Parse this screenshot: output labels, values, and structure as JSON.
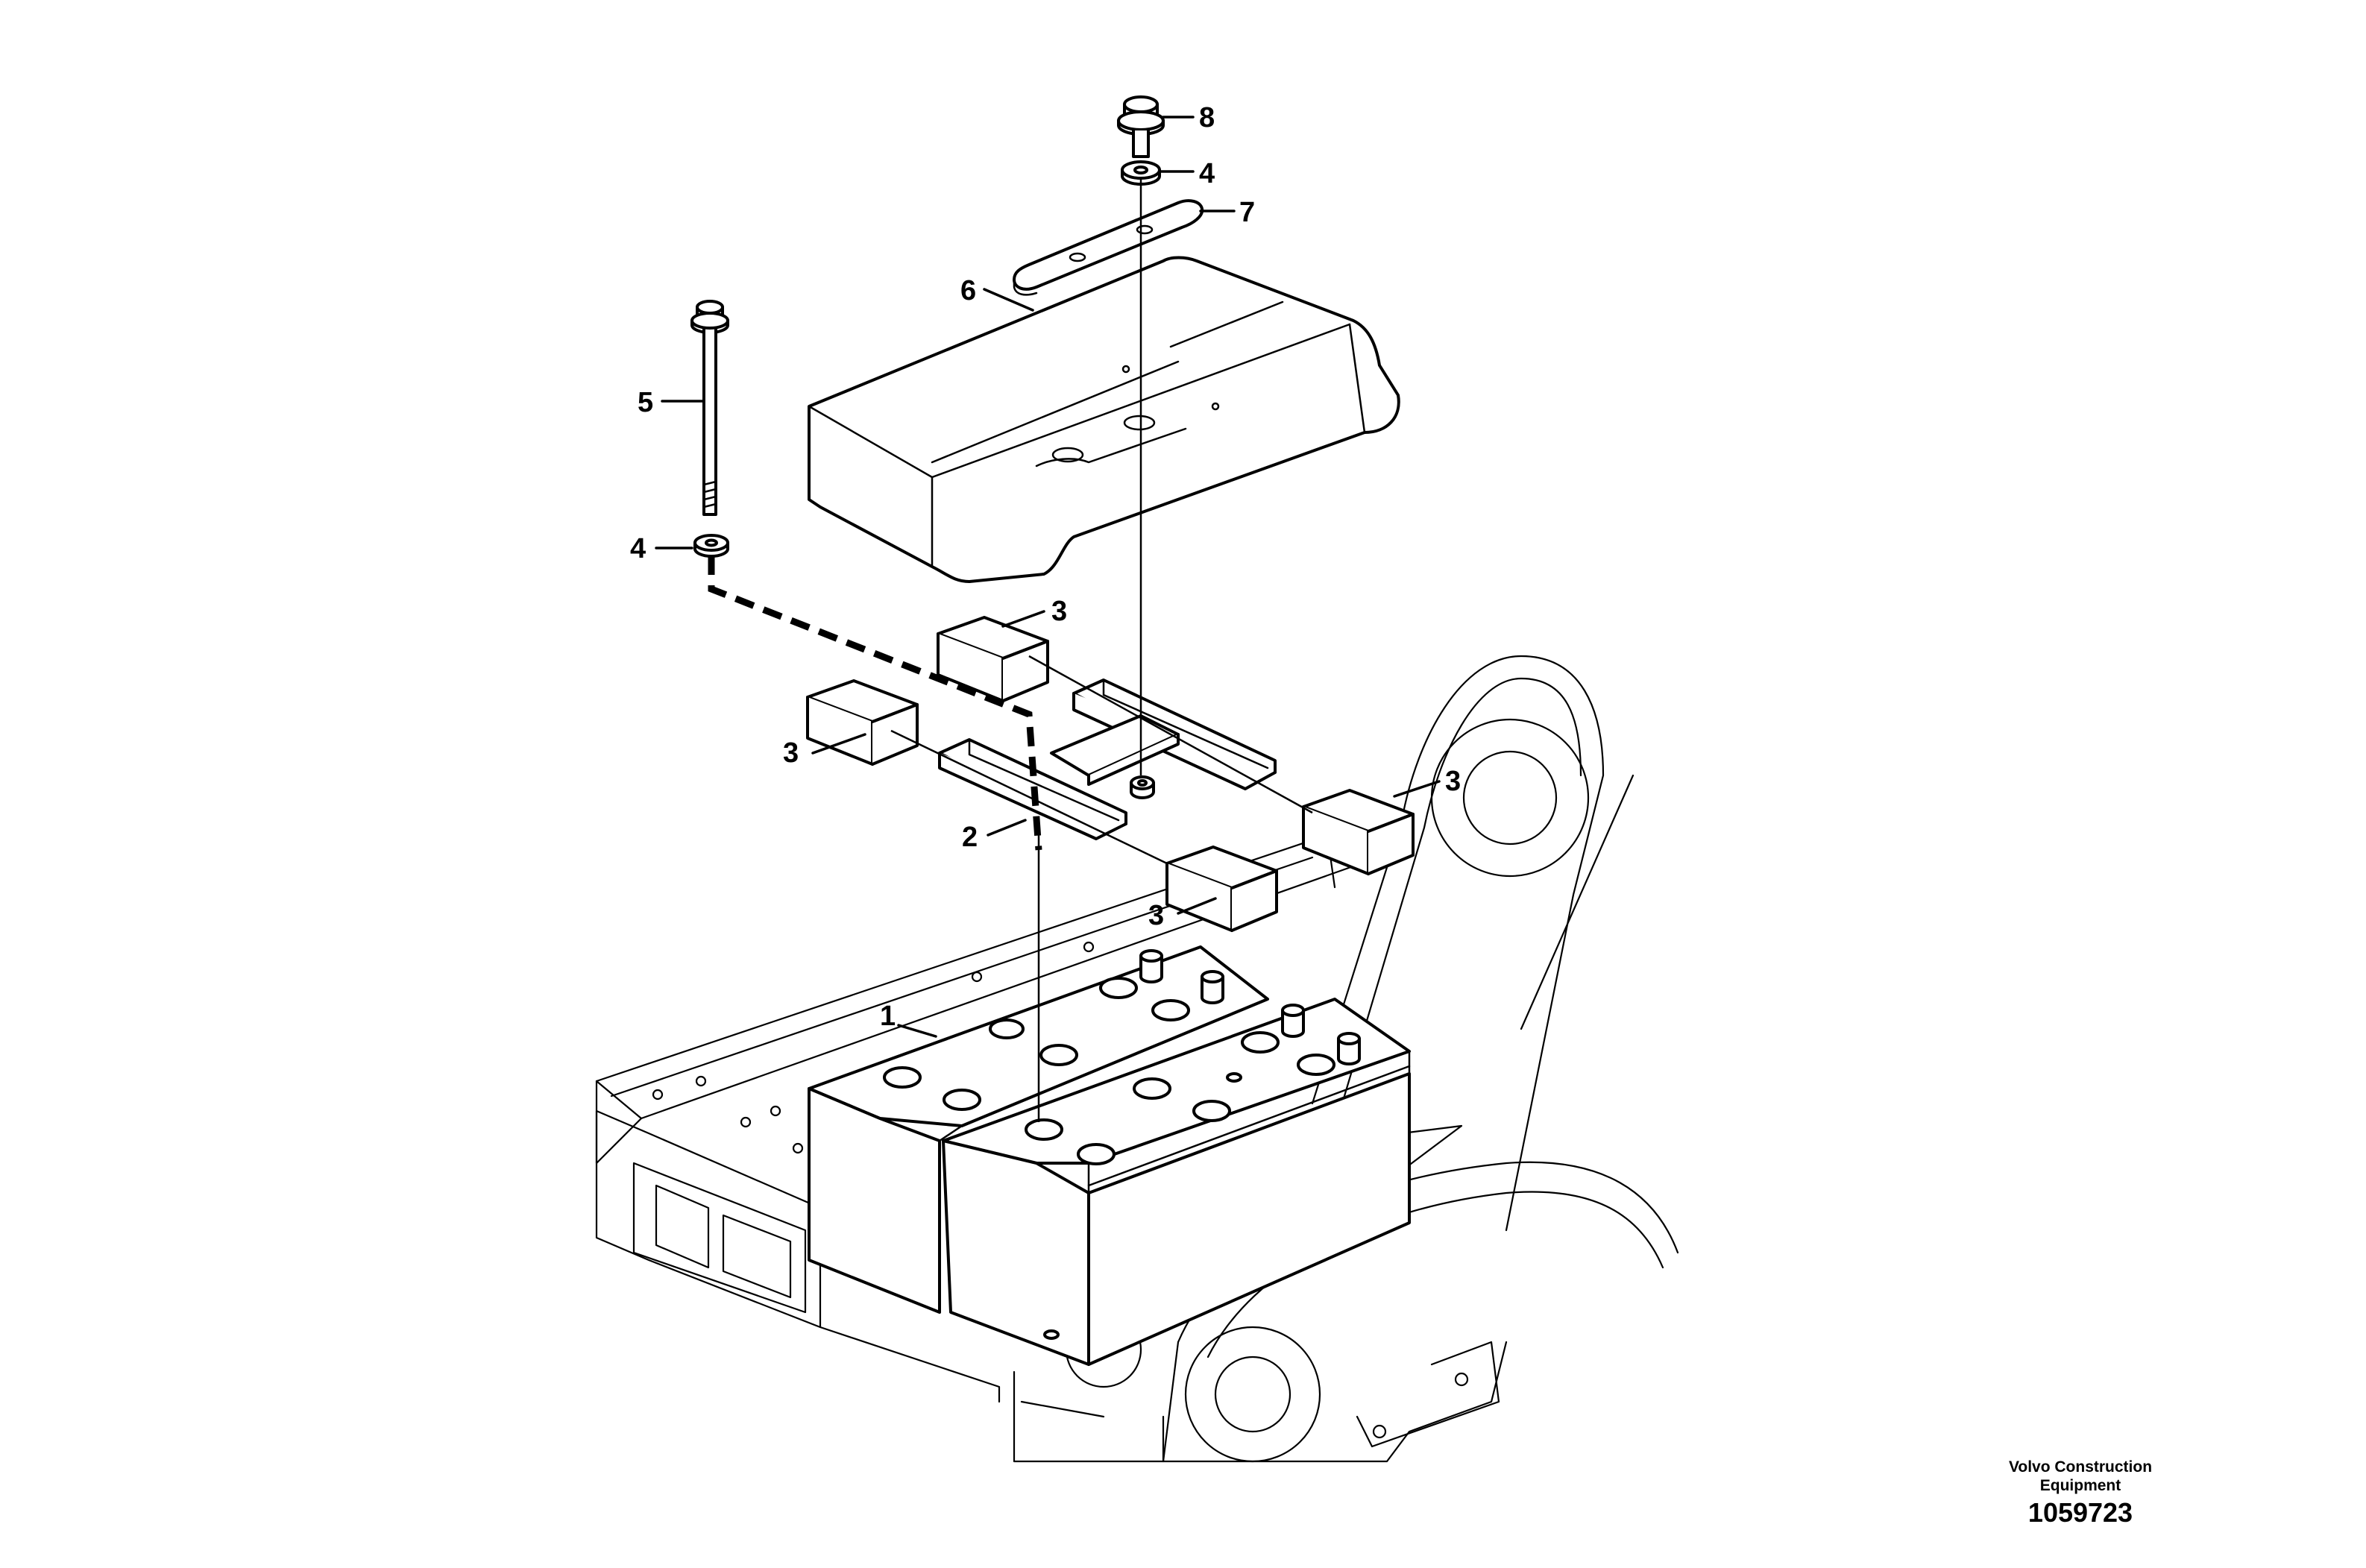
{
  "footer": {
    "company_line1": "Volvo Construction",
    "company_line2": "Equipment",
    "drawing_number": "1059723"
  },
  "callouts": {
    "c8": "8",
    "c4_top": "4",
    "c7": "7",
    "c6": "6",
    "c5": "5",
    "c4_left": "4",
    "c3_a": "3",
    "c3_b": "3",
    "c3_c": "3",
    "c3_d": "3",
    "c2": "2",
    "c1": "1"
  }
}
